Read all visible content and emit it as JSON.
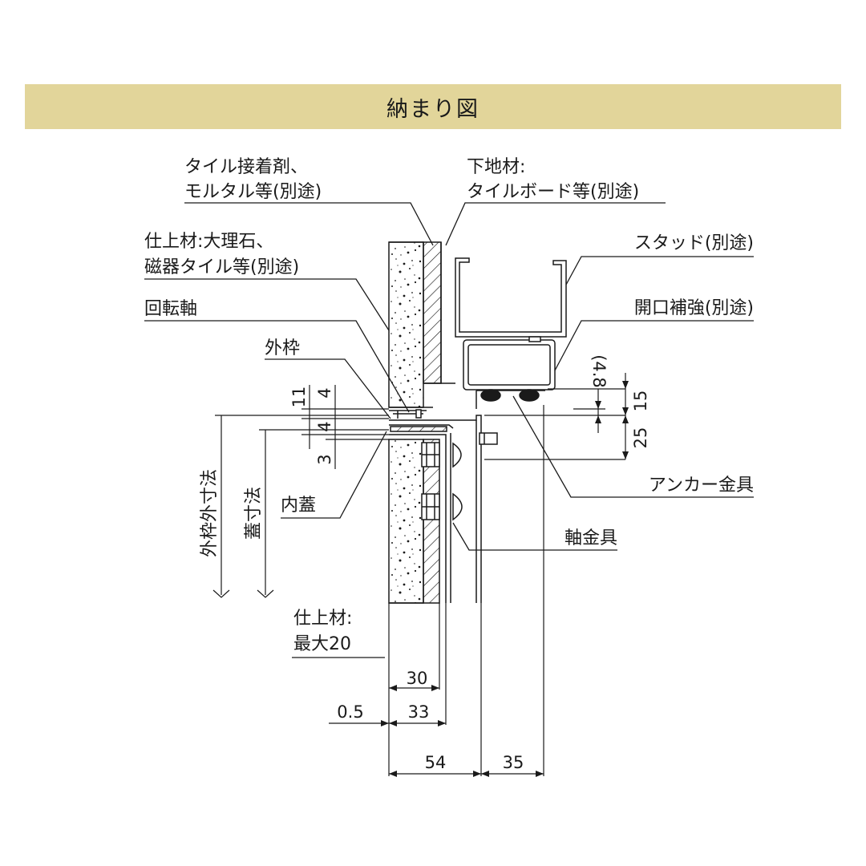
{
  "title": "納まり図",
  "labels": {
    "tile_adhesive_1": "タイル接着剤、",
    "tile_adhesive_2": "モルタル等(別途)",
    "base_material_1": "下地材:",
    "base_material_2": "タイルボード等(別途)",
    "finish_material_1": "仕上材:大理石、",
    "finish_material_2": "磁器タイル等(別途)",
    "stud": "スタッド(別途)",
    "rotation_axis": "回転軸",
    "opening_reinforcement": "開口補強(別途)",
    "outer_frame": "外枠",
    "anchor_bracket": "アンカー金具",
    "inner_lid": "内蓋",
    "shaft_bracket": "軸金具",
    "finish_max_1": "仕上材:",
    "finish_max_2": "最大20",
    "outer_frame_dim": "外枠外寸法",
    "lid_dim": "蓋寸法"
  },
  "dimensions": {
    "d11": "11",
    "d4a": "4",
    "d4b": "4",
    "d3": "3",
    "d48": "(4.8",
    "d15": "15",
    "d25": "25",
    "d30": "30",
    "d33": "33",
    "d05": "0.5",
    "d54": "54",
    "d35": "35"
  },
  "colors": {
    "title_bar": "#e2d59a",
    "line": "#1a1a1a"
  }
}
